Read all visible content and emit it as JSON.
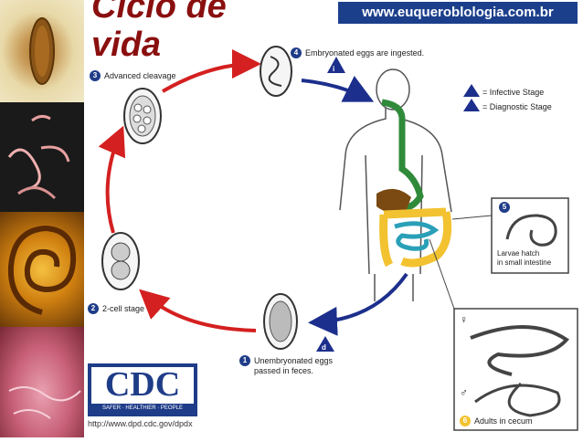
{
  "title": {
    "line1": "Ciclo de",
    "line2": "vida"
  },
  "website": "www.euqueroblologia.com.br",
  "steps": {
    "s1": {
      "num": "1",
      "text1": "Unembryonated eggs",
      "text2": "passed in feces."
    },
    "s2": {
      "num": "2",
      "text1": "2-cell stage"
    },
    "s3": {
      "num": "3",
      "text1": "Advanced cleavage"
    },
    "s4": {
      "num": "4",
      "text1": "Embryonated eggs are ingested."
    },
    "s5": {
      "num": "5",
      "text1": "Larvae hatch",
      "text2": "in small intestine"
    },
    "s6": {
      "num": "6",
      "text1": "Adults in cecum"
    }
  },
  "legend": {
    "infective": "= Infective Stage",
    "diagnostic": "= Diagnostic Stage",
    "i_mark": "i",
    "d_mark": "d"
  },
  "cdc": {
    "logo": "CDC",
    "tagline": "SAFER · HEALTHIER · PEOPLE",
    "url": "http://www.dpd.cdc.gov/dpdx"
  },
  "sex": {
    "female": "♀",
    "male": "♂"
  },
  "colors": {
    "red_arrow": "#d42020",
    "blue_arrow": "#1c2f8c",
    "title": "#8a0f0f",
    "badge": "#1c3f8c"
  }
}
